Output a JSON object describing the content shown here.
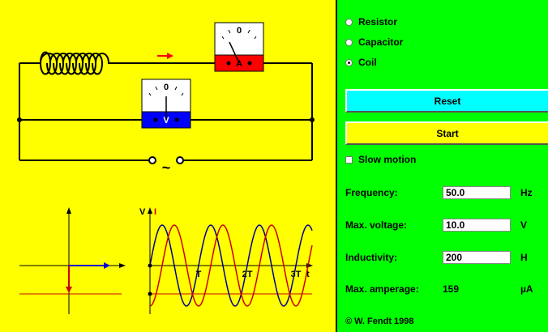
{
  "options": [
    {
      "label": "Resistor",
      "selected": false
    },
    {
      "label": "Capacitor",
      "selected": false
    },
    {
      "label": "Coil",
      "selected": true
    }
  ],
  "buttons": {
    "reset": "Reset",
    "start": "Start"
  },
  "slow_motion": {
    "label": "Slow motion",
    "checked": false
  },
  "params": {
    "frequency": {
      "label": "Frequency:",
      "value": "50.0",
      "unit": "Hz"
    },
    "voltage": {
      "label": "Max. voltage:",
      "value": "10.0",
      "unit": "V"
    },
    "inductivity": {
      "label": "Inductivity:",
      "value": "200",
      "unit": "H"
    },
    "amperage": {
      "label": "Max. amperage:",
      "value": "159",
      "unit": "µA"
    }
  },
  "copyright": "© W. Fendt 1998",
  "meters": {
    "ammeter": {
      "zero": "0",
      "letter": "A"
    },
    "voltmeter": {
      "zero": "0",
      "letter": "V"
    }
  },
  "source_symbol": "~",
  "graph": {
    "y_label_v": "V",
    "y_label_i": "I",
    "x_label": "t",
    "ticks": [
      "T",
      "2T",
      "3T"
    ]
  },
  "colors": {
    "canvas_bg": "#ffff00",
    "panel_bg": "#00ff00",
    "reset_bg": "#00ffff",
    "start_bg": "#ffff00",
    "voltage": "#00008b",
    "current": "#cc0000",
    "ammeter": "#ff0000",
    "voltmeter": "#0000ff"
  }
}
